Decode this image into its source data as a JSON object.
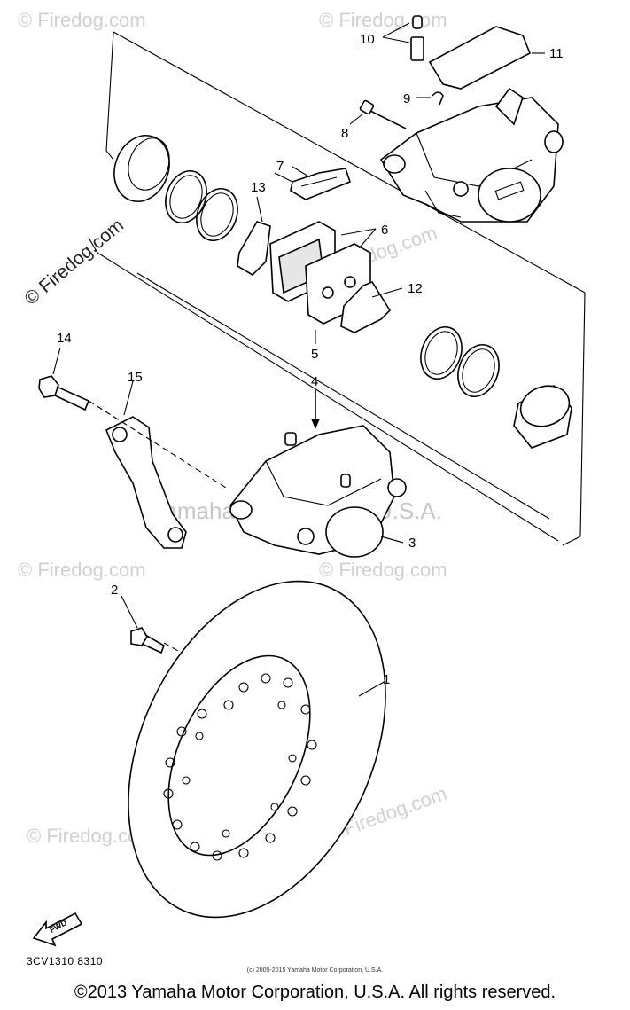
{
  "watermarks": {
    "firedog": "© Firedog.com",
    "firedog_short": "Firedog.com",
    "yamaha": "Yamaha Motor Corp., U.S.A."
  },
  "callouts": [
    "1",
    "2",
    "3",
    "4",
    "5",
    "6",
    "7",
    "8",
    "9",
    "10",
    "11",
    "12",
    "13",
    "14",
    "15"
  ],
  "diagram_code": "3CV1310 8310",
  "copyright_small": "(c) 2005-2015 Yamaha Motor Corporation, U.S.A.",
  "copyright_footer": "©2013 Yamaha Motor Corporation, U.S.A. All rights reserved.",
  "fwd_label": "FWD"
}
